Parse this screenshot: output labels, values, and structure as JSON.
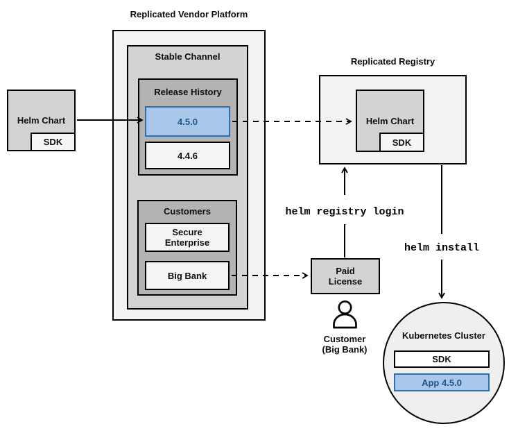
{
  "vendor_platform": {
    "title": "Replicated Vendor Platform",
    "stable_channel": {
      "label": "Stable Channel"
    },
    "release_history": {
      "label": "Release History",
      "releases": [
        {
          "version": "4.5.0",
          "highlighted": true
        },
        {
          "version": "4.4.6",
          "highlighted": false
        }
      ]
    },
    "customers": {
      "label": "Customers",
      "items": [
        {
          "name": "Secure\nEnterprise"
        },
        {
          "name": "Big Bank"
        }
      ]
    }
  },
  "helm_chart_source": {
    "label": "Helm Chart",
    "sdk_label": "SDK"
  },
  "registry": {
    "title": "Replicated Registry",
    "helm_chart": {
      "label": "Helm Chart",
      "sdk_label": "SDK"
    }
  },
  "paid_license": {
    "label": "Paid\nLicense"
  },
  "customer": {
    "label": "Customer\n(Big Bank)"
  },
  "commands": {
    "registry_login": "helm registry login",
    "install": "helm install"
  },
  "kubernetes": {
    "title": "Kubernetes Cluster",
    "sdk_label": "SDK",
    "app_label": "App 4.5.0"
  },
  "colors": {
    "outer_fill": "#f2f2f2",
    "mid_gray_fill": "#d3d3d3",
    "dark_gray_fill": "#b3b3b3",
    "light_item_fill": "#f5f5f5",
    "circle_fill": "#efefef",
    "white_fill": "#ffffff",
    "highlight_fill": "#a9c7e8",
    "highlight_border": "#2a70b0",
    "highlight_text": "#1e5385",
    "line_color": "#000000"
  }
}
